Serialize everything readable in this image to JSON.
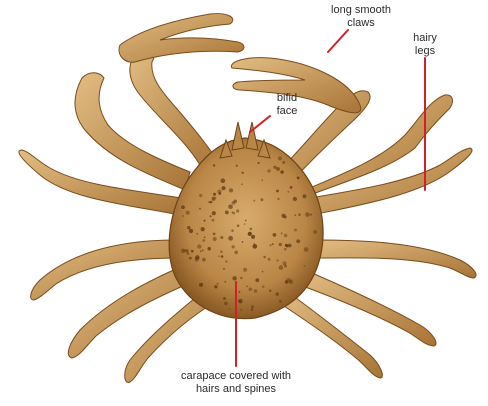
{
  "annotations": {
    "claws": {
      "line1": "long smooth",
      "line2": "claws"
    },
    "legs": {
      "line1": "hairy",
      "line2": "legs"
    },
    "face": {
      "line1": "bifid",
      "line2": "face"
    },
    "carapace": {
      "line1": "carapace covered with",
      "line2": "hairs and spines"
    }
  },
  "colors": {
    "pointer": "#d0202a",
    "crab_fill": "#c99a5c",
    "crab_dark": "#8a5a24",
    "crab_light": "#e2bd84",
    "label_text": "#2b2b2b"
  }
}
